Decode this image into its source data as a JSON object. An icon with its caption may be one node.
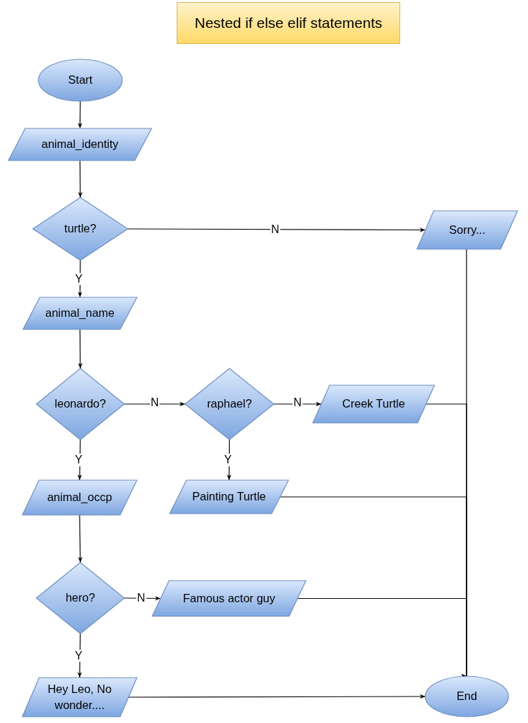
{
  "diagram": {
    "title": "Nested if else elif statements",
    "nodes": [
      {
        "text": [
          "Start"
        ]
      },
      {
        "text": [
          "animal_identity"
        ]
      },
      {
        "text": [
          "turtle?"
        ]
      },
      {
        "text": [
          "Sorry..."
        ]
      },
      {
        "text": [
          "animal_name"
        ]
      },
      {
        "text": [
          "leonardo?"
        ]
      },
      {
        "text": [
          "raphael?"
        ]
      },
      {
        "text": [
          "Creek Turtle"
        ]
      },
      {
        "text": [
          "animal_occp"
        ]
      },
      {
        "text": [
          "Painting Turtle"
        ]
      },
      {
        "text": [
          "hero?"
        ]
      },
      {
        "text": [
          "Famous actor guy"
        ]
      },
      {
        "text": [
          "Hey Leo, No wonder...."
        ]
      },
      {
        "text": [
          "End"
        ]
      }
    ],
    "edges": [
      {
        "from": 0,
        "to": 1,
        "arrow": "to"
      },
      {
        "from": 1,
        "to": 2,
        "arrow": "to"
      },
      {
        "from": 2,
        "to": 3,
        "arrow": "to",
        "label": "N"
      },
      {
        "from": 2,
        "to": 4,
        "arrow": "to",
        "label": "Y"
      },
      {
        "from": 4,
        "to": 5,
        "arrow": "to"
      },
      {
        "from": 5,
        "to": 6,
        "arrow": "to",
        "label": "N"
      },
      {
        "from": 5,
        "to": 8,
        "arrow": "to",
        "label": "Y"
      },
      {
        "from": 6,
        "to": 7,
        "arrow": "to",
        "label": "N"
      },
      {
        "from": 6,
        "to": 9,
        "arrow": "to",
        "label": "Y"
      },
      {
        "from": 8,
        "to": 10,
        "arrow": "to"
      },
      {
        "from": 10,
        "to": 11,
        "arrow": "to",
        "label": "N"
      },
      {
        "from": 10,
        "to": 12,
        "arrow": "to",
        "label": "Y"
      },
      {
        "from": 12,
        "to": 13,
        "arrow": "to"
      },
      {
        "from": 3,
        "to": 13,
        "arrow": "to"
      },
      {
        "from": 7,
        "to": 13,
        "arrow": "to"
      },
      {
        "from": 9,
        "to": 13,
        "arrow": "to"
      },
      {
        "from": 11,
        "to": 13,
        "arrow": "to"
      }
    ]
  }
}
